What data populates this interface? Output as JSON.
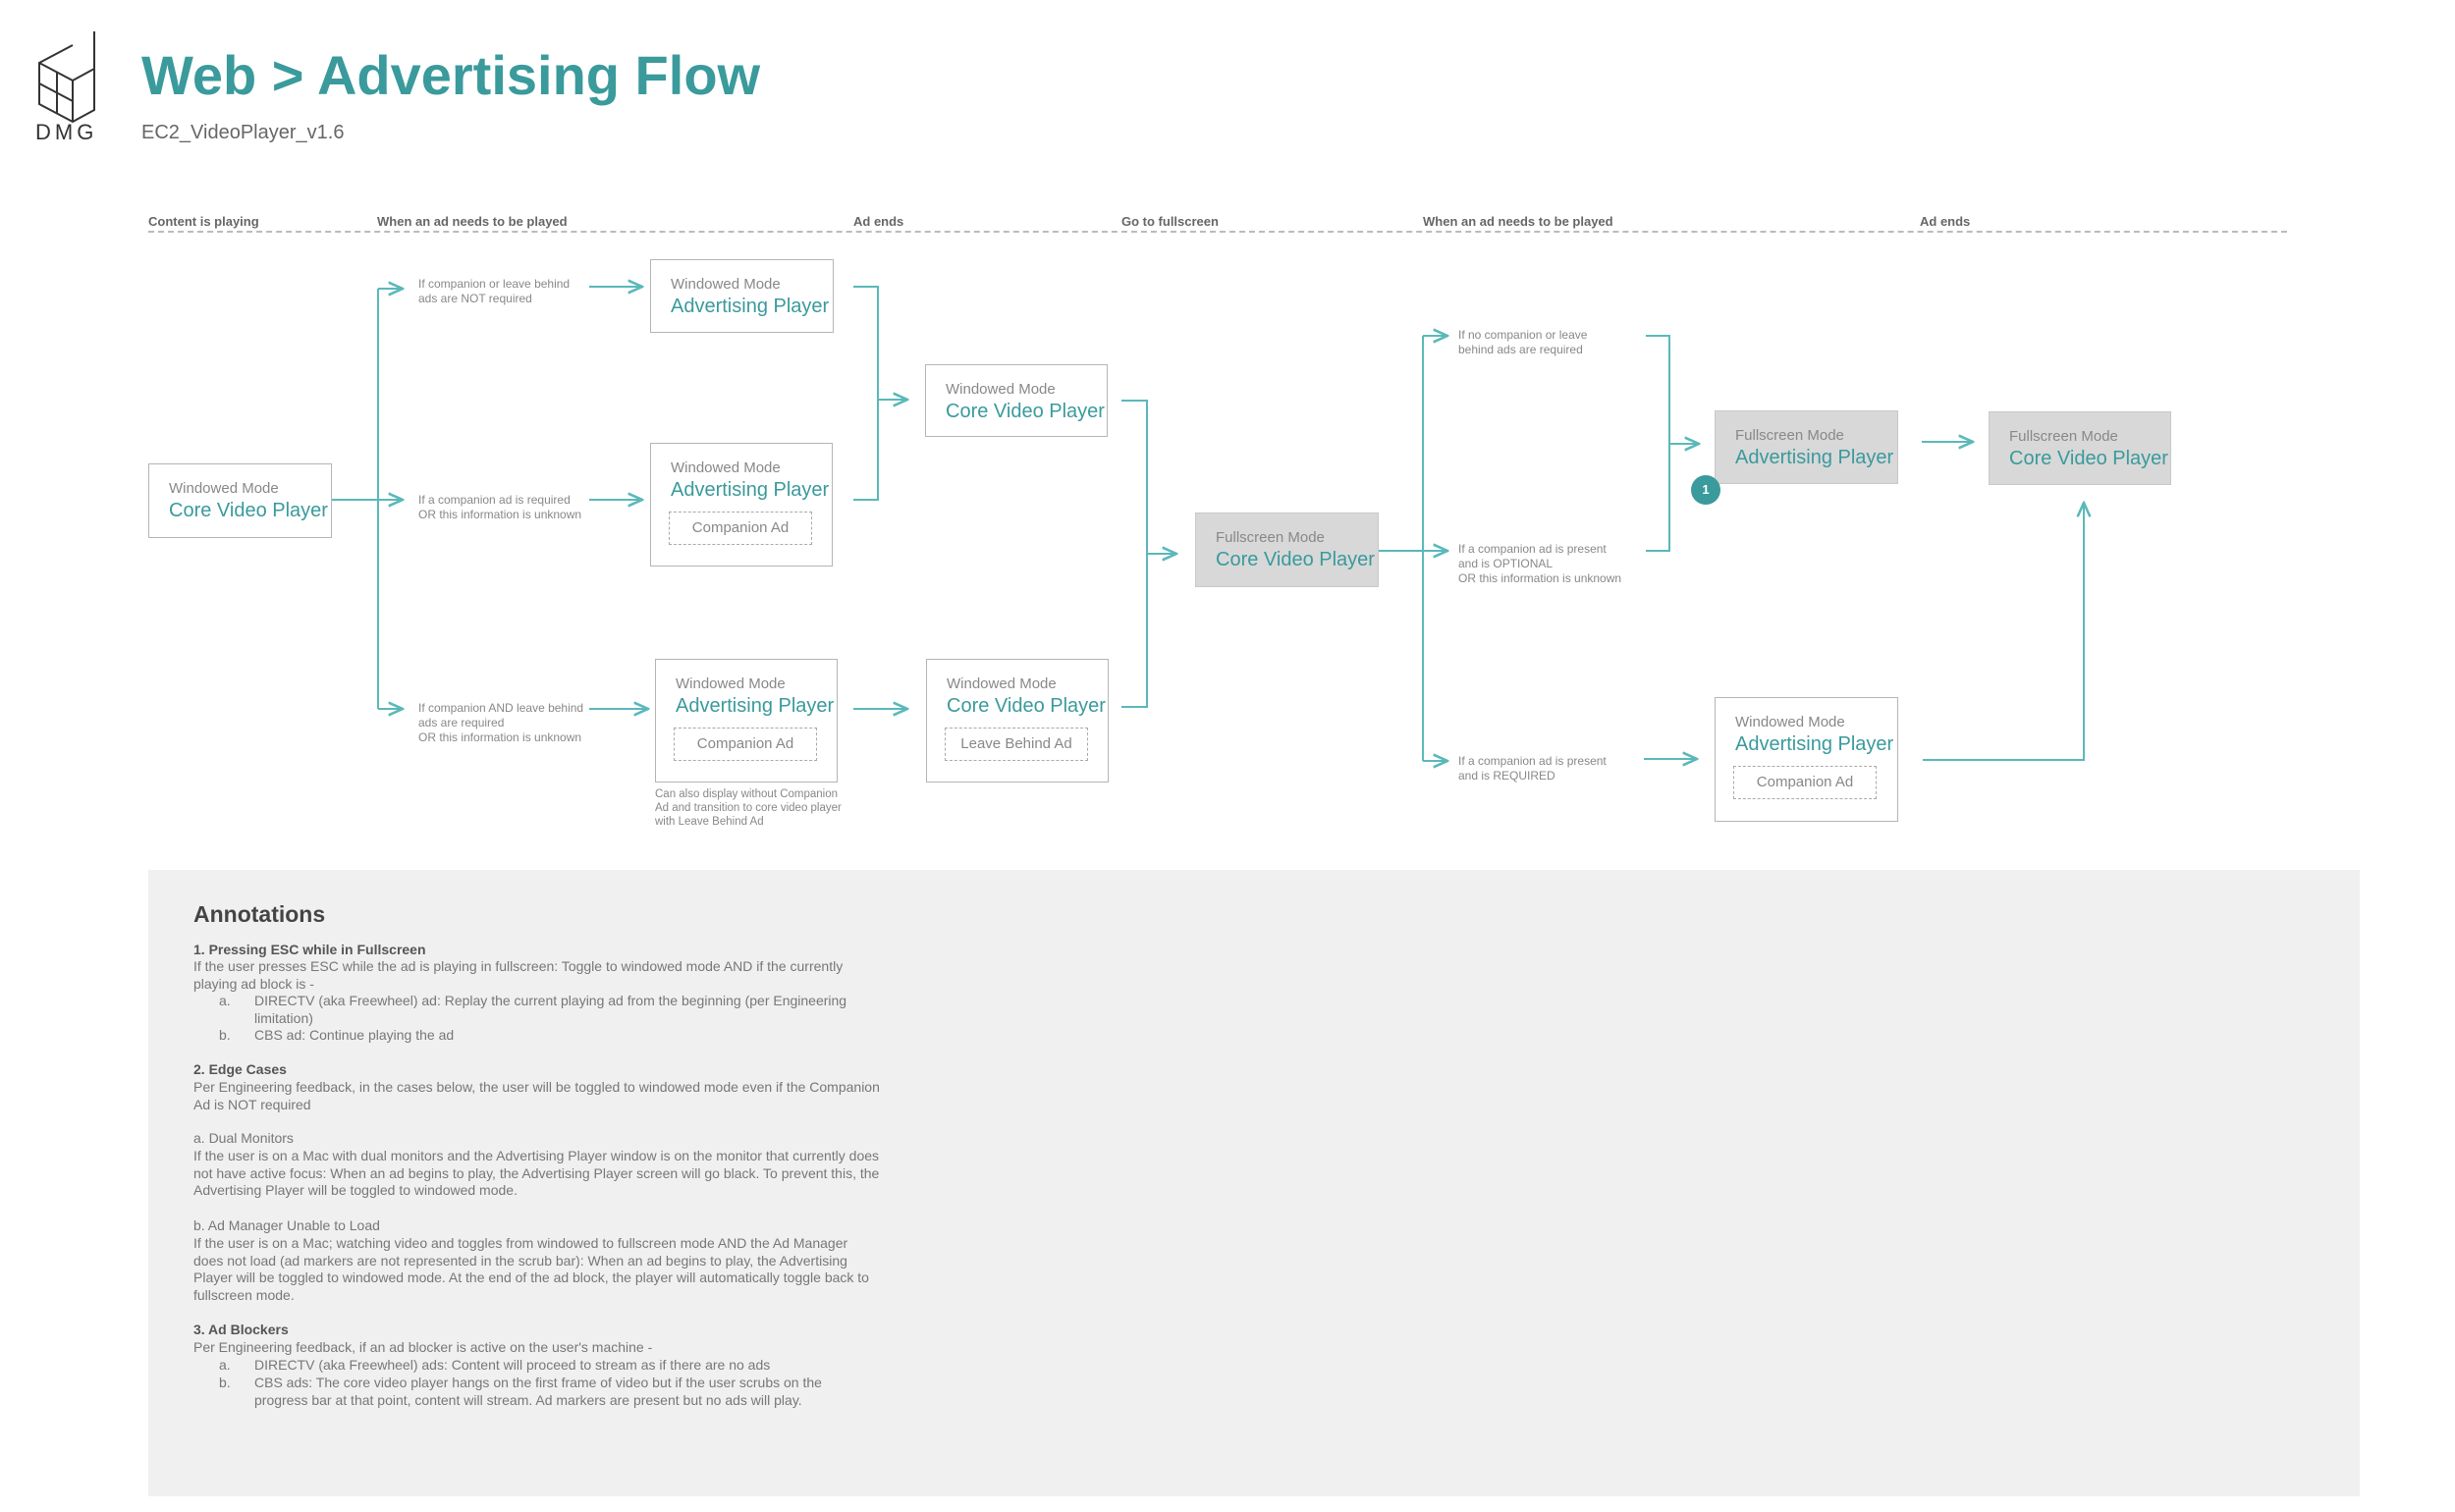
{
  "header": {
    "logo_text": "DMG",
    "title": "Web > Advertising Flow",
    "subtitle": "EC2_VideoPlayer_v1.6"
  },
  "phases": [
    "Content is playing",
    "When an ad needs to be played",
    "Ad ends",
    "Go to fullscreen",
    "When an ad needs to be played",
    "Ad ends"
  ],
  "nodes": {
    "n1": {
      "mode": "Windowed Mode",
      "player": "Core Video Player"
    },
    "n2": {
      "mode": "Windowed Mode",
      "player": "Advertising Player"
    },
    "n3": {
      "mode": "Windowed Mode",
      "player": "Advertising Player",
      "sub": "Companion Ad"
    },
    "n4": {
      "mode": "Windowed Mode",
      "player": "Advertising Player",
      "sub": "Companion Ad"
    },
    "n5": {
      "mode": "Windowed Mode",
      "player": "Core Video Player"
    },
    "n6": {
      "mode": "Windowed Mode",
      "player": "Core Video Player",
      "sub": "Leave Behind Ad"
    },
    "n7": {
      "mode": "Fullscreen Mode",
      "player": "Core Video Player"
    },
    "n8": {
      "mode": "Fullscreen Mode",
      "player": "Advertising Player"
    },
    "n9": {
      "mode": "Fullscreen Mode",
      "player": "Core Video Player"
    },
    "n10": {
      "mode": "Windowed Mode",
      "player": "Advertising Player",
      "sub": "Companion Ad"
    }
  },
  "conditions": {
    "c1": "If companion or leave behind\nads are NOT required",
    "c2": "If a companion ad is required\nOR this information is unknown",
    "c3": "If companion AND leave behind\nads are required\nOR this information is unknown",
    "c4": "If no companion or leave\nbehind ads are required",
    "c5": "If a companion ad is present\nand is OPTIONAL\nOR this information is unknown",
    "c6": "If a companion ad is present\nand is REQUIRED",
    "note": "Can also display without Companion\nAd and transition to core video player\nwith Leave Behind Ad"
  },
  "badge": "1",
  "annotations": {
    "title": "Annotations",
    "s1": {
      "heading": "1. Pressing ESC while in Fullscreen",
      "body": "If the user presses ESC while the ad is playing in fullscreen: Toggle to windowed mode AND if the currently playing ad block is -",
      "items": [
        {
          "marker": "a.",
          "text": "DIRECTV (aka Freewheel) ad: Replay the current playing ad from the beginning (per Engineering limitation)"
        },
        {
          "marker": "b.",
          "text": "CBS ad: Continue playing the ad"
        }
      ]
    },
    "s2": {
      "heading": "2. Edge Cases",
      "body": "Per Engineering feedback, in the cases below, the user will be toggled to windowed mode even if the Companion Ad is NOT required",
      "a_title": "a. Dual Monitors",
      "a_body": "If the user is on a Mac with dual monitors and the Advertising Player window is on the monitor that currently does not have active focus: When an ad begins to play, the Advertising Player screen will go black. To prevent this, the Advertising Player will be toggled to windowed mode.",
      "b_title": "b. Ad Manager Unable to Load",
      "b_body": "If the user is on a Mac; watching video and toggles from windowed to fullscreen mode AND the Ad Manager does not load (ad markers are not represented in the scrub bar): When an ad begins to play, the Advertising Player will be toggled to windowed mode. At the end of the ad block, the player will automatically toggle back to fullscreen mode."
    },
    "s3": {
      "heading": "3. Ad Blockers",
      "body": "Per Engineering feedback, if an ad blocker is active on the user's machine -",
      "items": [
        {
          "marker": "a.",
          "text": "DIRECTV (aka Freewheel) ads: Content will proceed to stream as if there are no ads"
        },
        {
          "marker": "b.",
          "text": "CBS ads: The core video player hangs on the first frame of video but if the user scrubs on the progress bar at that point, content will stream. Ad markers are present but no ads will play."
        }
      ]
    }
  },
  "colors": {
    "accent": "#3a9a9c",
    "connector": "#5bb8ba",
    "gray_box": "#d8d8d8",
    "panel": "#f0f0f0"
  }
}
